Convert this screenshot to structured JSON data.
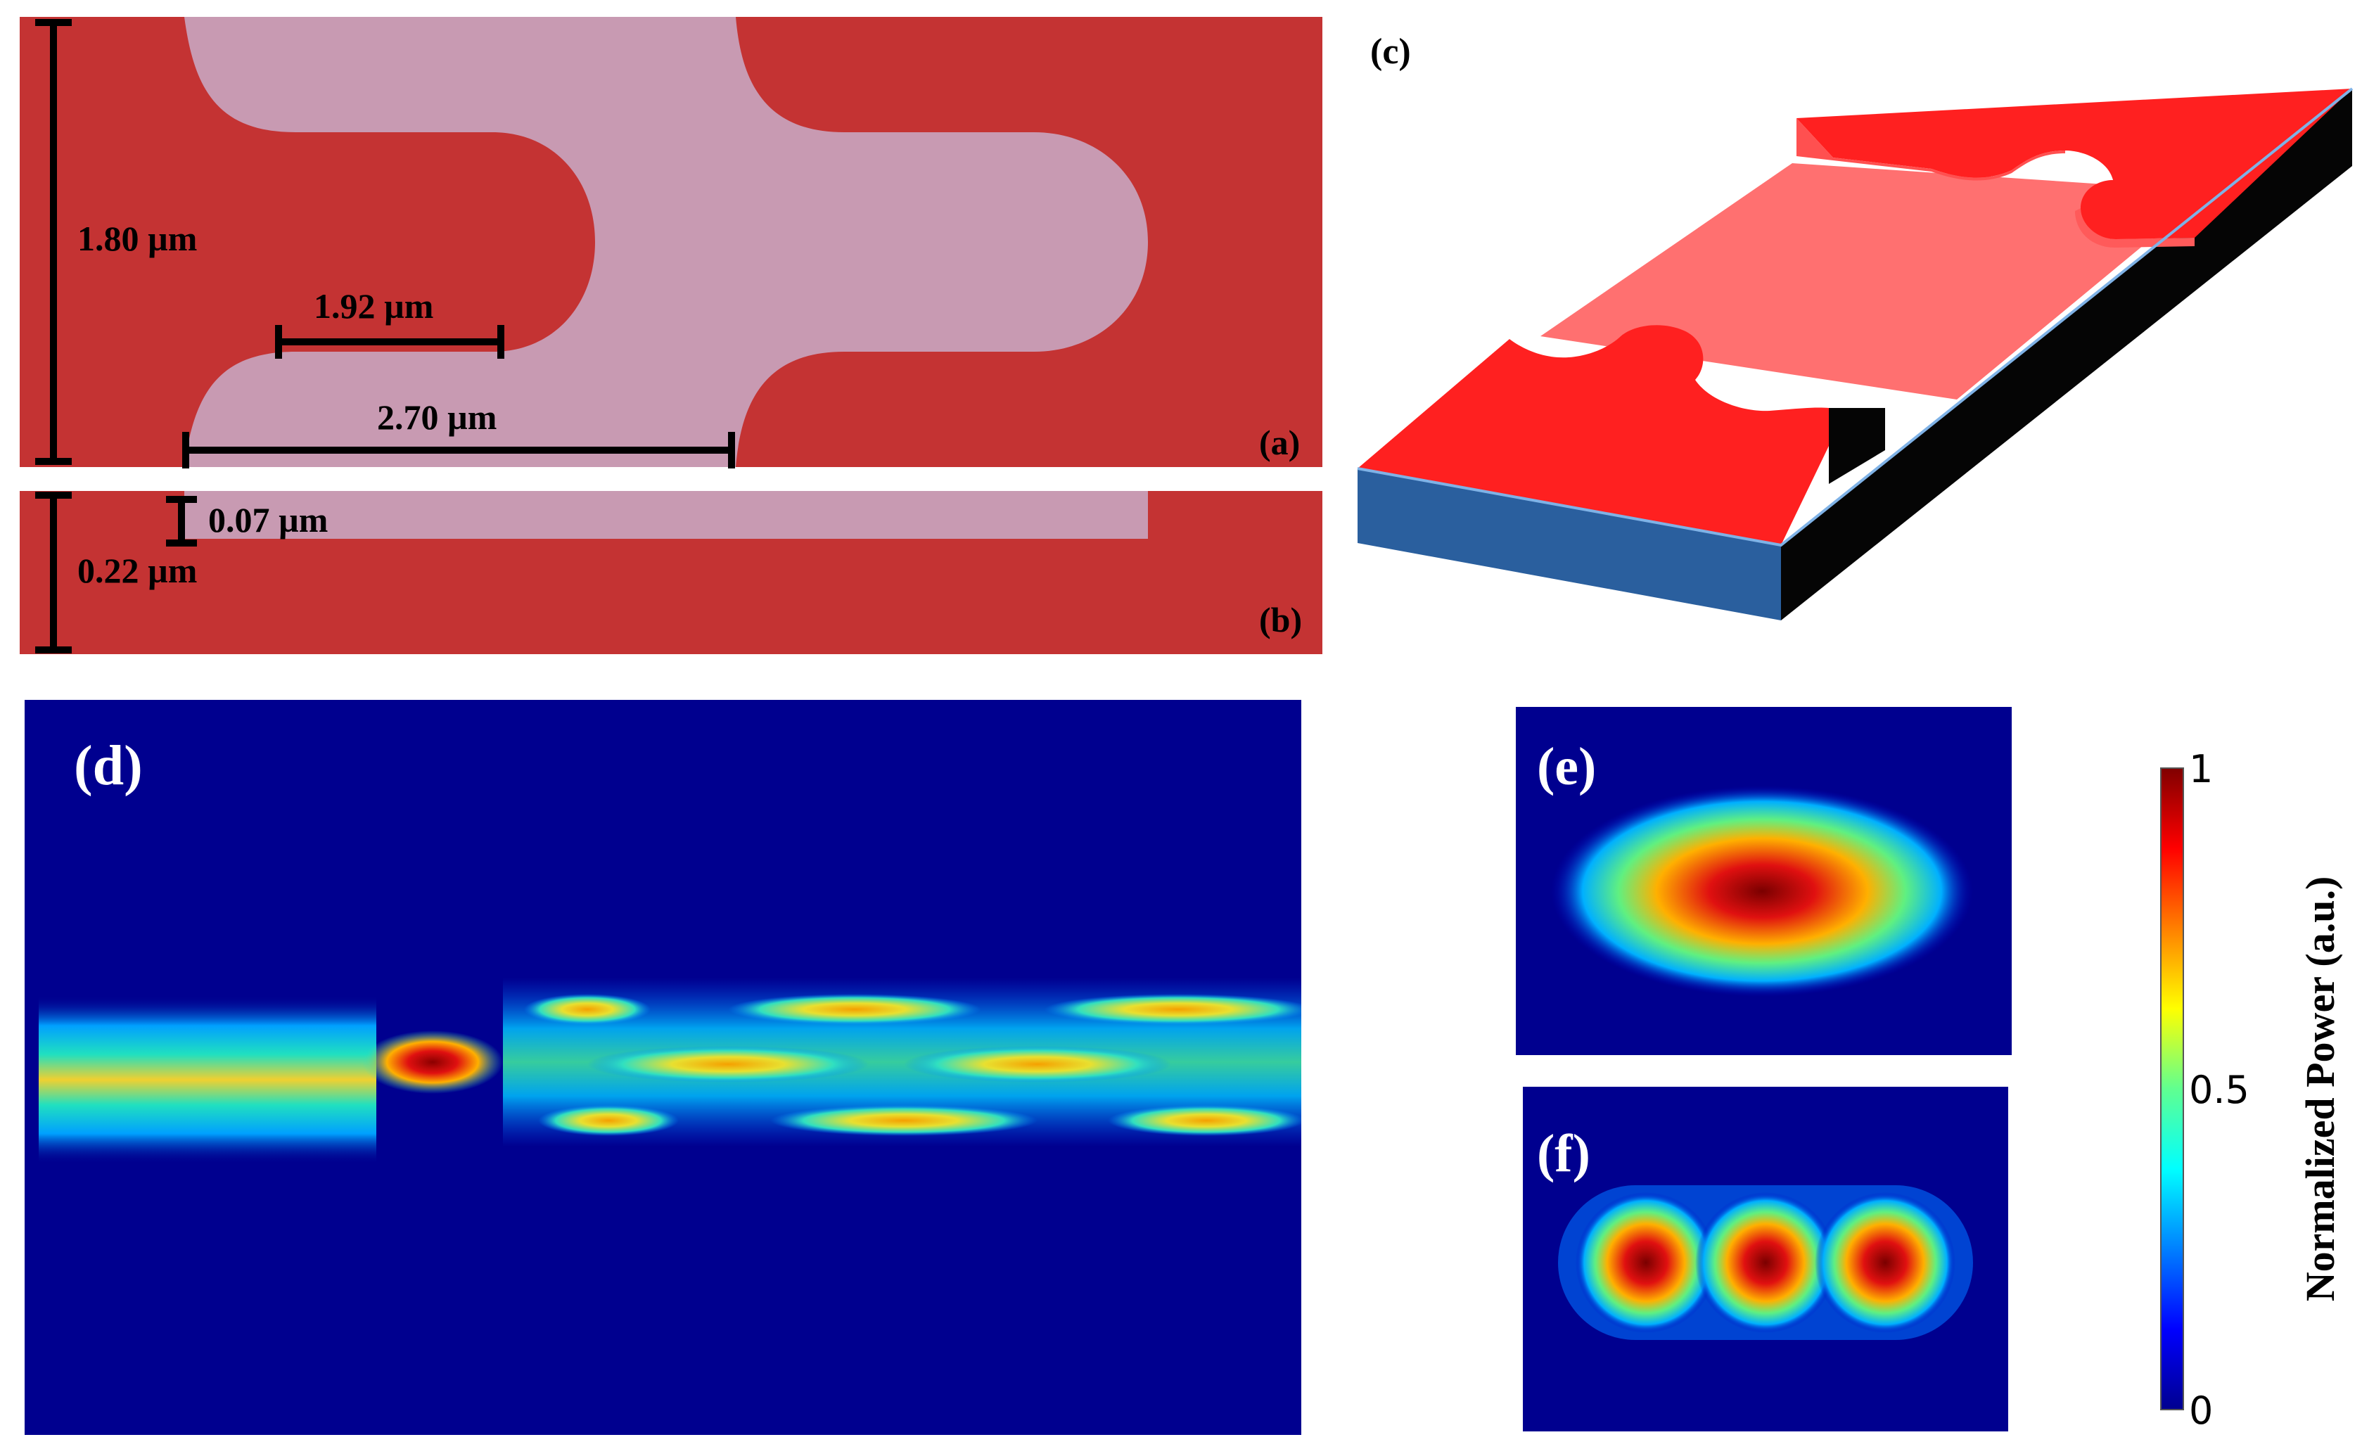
{
  "figure": {
    "panels": {
      "a": {
        "label": "(a)",
        "dimensions": {
          "height": "1.80 µm",
          "inner_length": "1.92 µm",
          "outer_length": "2.70 µm"
        }
      },
      "b": {
        "label": "(b)",
        "dimensions": {
          "etch_depth": "0.07 µm",
          "thickness": "0.22 µm"
        }
      },
      "c": {
        "label": "(c)"
      },
      "d": {
        "label": "(d)"
      },
      "e": {
        "label": "(e)"
      },
      "f": {
        "label": "(f)"
      }
    },
    "colorbar": {
      "title": "Normalized Power (a.u.)",
      "ticks": [
        "1",
        "0.5",
        "0"
      ]
    },
    "colors": {
      "silicon": "#c43333",
      "etched": "#c89ab2",
      "top_face": "#ff2020",
      "etched_face": "#ff7070",
      "side_blue": "#2a5f9e",
      "side_dark": "#050505",
      "field_bg": "#00008f"
    }
  }
}
